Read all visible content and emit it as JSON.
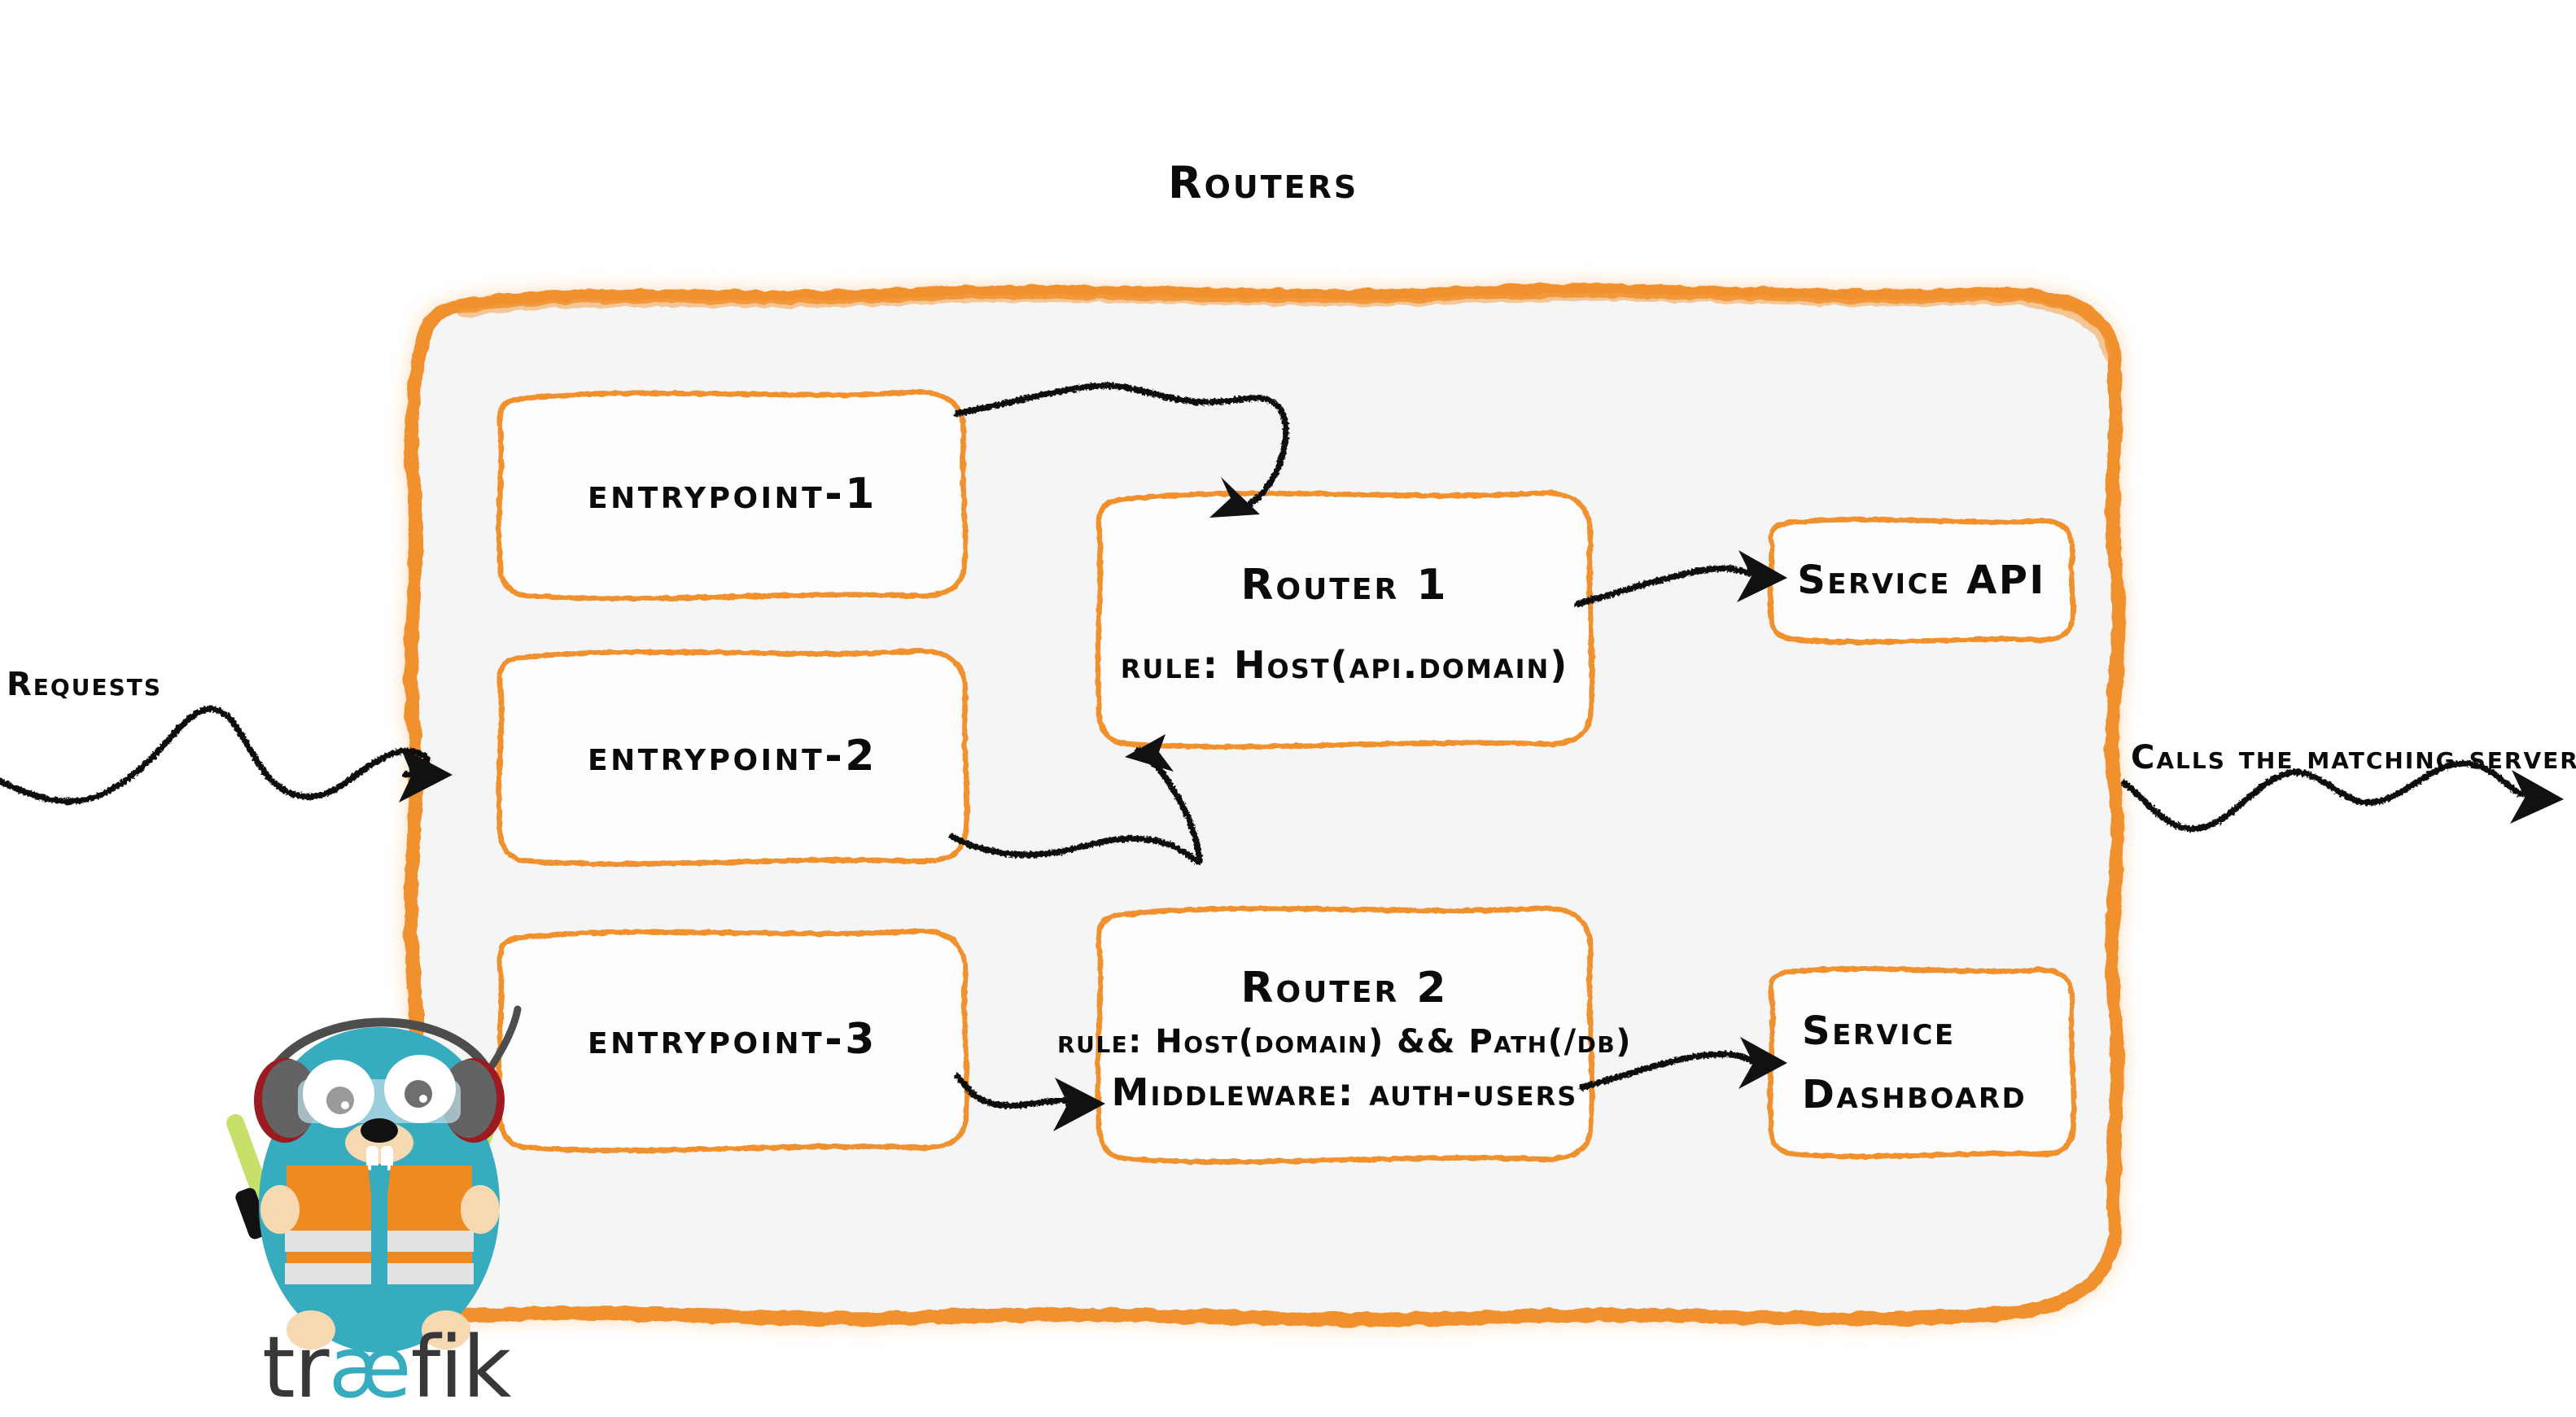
{
  "diagram": {
    "title": "Routers",
    "product": "træfik",
    "colors": {
      "orange": "#F0912D",
      "orange_soft": "#F4A04A",
      "panel_fill": "#F5F5F5",
      "ink": "#0b0b0b",
      "gopher_body": "#37ACBF",
      "vest": "#EE8A22",
      "wand": "#C6E06A",
      "wordmark_dark": "#38383a",
      "wordmark_accent": "#37ACBF"
    }
  },
  "labels": {
    "requests": "Requests",
    "calls_matching_server": "Calls the matching server"
  },
  "entrypoints": [
    {
      "id": "entrypoint-1",
      "label": "entrypoint-1"
    },
    {
      "id": "entrypoint-2",
      "label": "entrypoint-2"
    },
    {
      "id": "entrypoint-3",
      "label": "entrypoint-3"
    }
  ],
  "routers": [
    {
      "id": "router-1",
      "title": "Router 1",
      "rule": "rule: Host(api.domain)",
      "middleware": null
    },
    {
      "id": "router-2",
      "title": "Router 2",
      "rule": "rule: Host(domain) && Path(/db)",
      "middleware": "Middleware: auth-users"
    }
  ],
  "services": [
    {
      "id": "service-api",
      "lines": [
        "Service API"
      ]
    },
    {
      "id": "service-dashboard",
      "lines": [
        "Service",
        "Dashboard"
      ]
    }
  ],
  "flows": [
    {
      "from": "entrypoint-1",
      "to": "router-1"
    },
    {
      "from": "entrypoint-2",
      "to": "router-1"
    },
    {
      "from": "entrypoint-3",
      "to": "router-2"
    },
    {
      "from": "router-1",
      "to": "service-api"
    },
    {
      "from": "router-2",
      "to": "service-dashboard"
    },
    {
      "from": "requests",
      "to": "routers-panel"
    },
    {
      "from": "routers-panel",
      "to": "matching-server"
    }
  ],
  "icons": {
    "mascot": "traefik-gopher-icon",
    "arrow": "sketch-arrow-icon"
  }
}
